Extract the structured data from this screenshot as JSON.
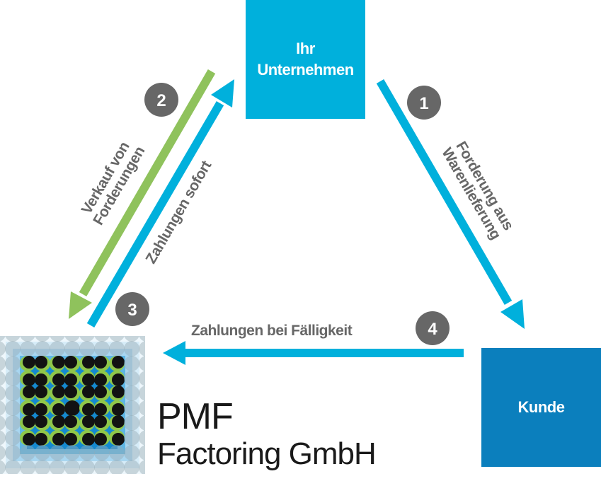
{
  "colors": {
    "company_box": "#00b0dc",
    "customer_box": "#0b7fbd",
    "arrow_blue": "#00b0dc",
    "arrow_green": "#8fc25c",
    "badge": "#676767",
    "label": "#676767"
  },
  "nodes": {
    "company": {
      "line1": "Ihr",
      "line2": "Unternehmen"
    },
    "customer": {
      "label": "Kunde"
    }
  },
  "steps": [
    {
      "number": "1",
      "label_line1": "Forderung aus",
      "label_line2": "Warenlieferung"
    },
    {
      "number": "2",
      "label_line1": "Verkauf von",
      "label_line2": "Forderungen"
    },
    {
      "number": "3",
      "label_line1": "Zahlungen sofort"
    },
    {
      "number": "4",
      "label_line1": "Zahlungen bei Fälligkeit"
    }
  ],
  "brand": {
    "name": "PMF",
    "subtitle": "Factoring GmbH"
  }
}
